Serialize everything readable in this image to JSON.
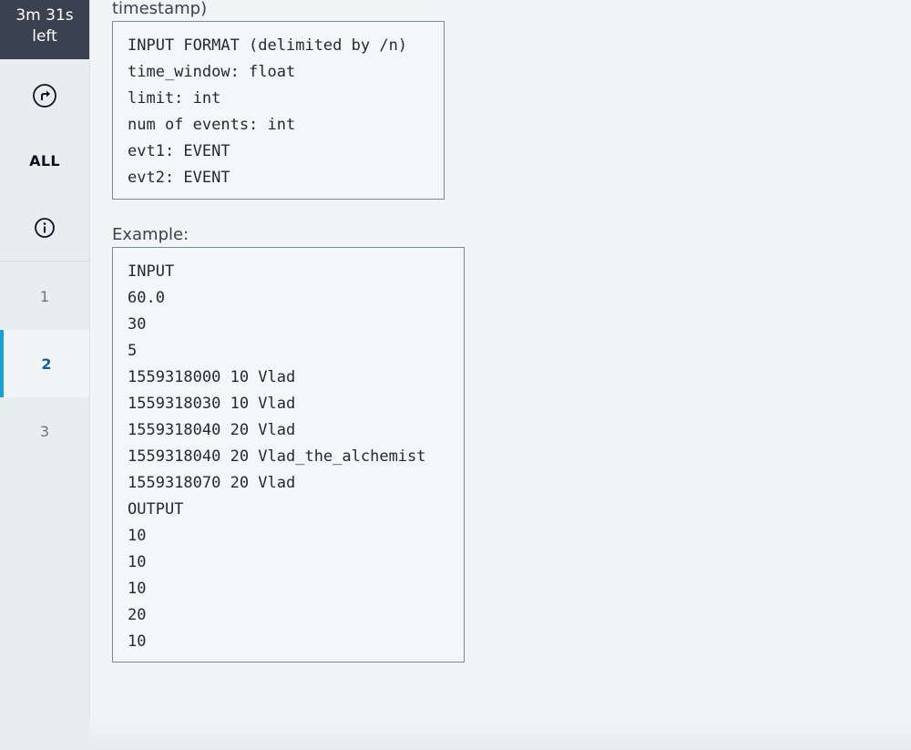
{
  "sidebar": {
    "timer_line1": "3m 31s",
    "timer_line2": "left",
    "all_label": "ALL",
    "questions": [
      "1",
      "2",
      "3"
    ],
    "active_question": "2"
  },
  "content": {
    "fragment_text": "timestamp)",
    "format_lines": [
      "INPUT FORMAT (delimited by /n)",
      "time_window: float",
      "limit: int",
      "num of events: int",
      "evt1: EVENT",
      "evt2: EVENT"
    ],
    "example_label": "Example:",
    "example_lines": [
      "INPUT",
      "60.0",
      "30",
      "5",
      "1559318000 10 Vlad",
      "1559318030 10 Vlad",
      "1559318040 20 Vlad",
      "1559318040 20 Vlad_the_alchemist",
      "1559318070 20 Vlad",
      "OUTPUT",
      "10",
      "10",
      "10",
      "20",
      "10"
    ]
  }
}
